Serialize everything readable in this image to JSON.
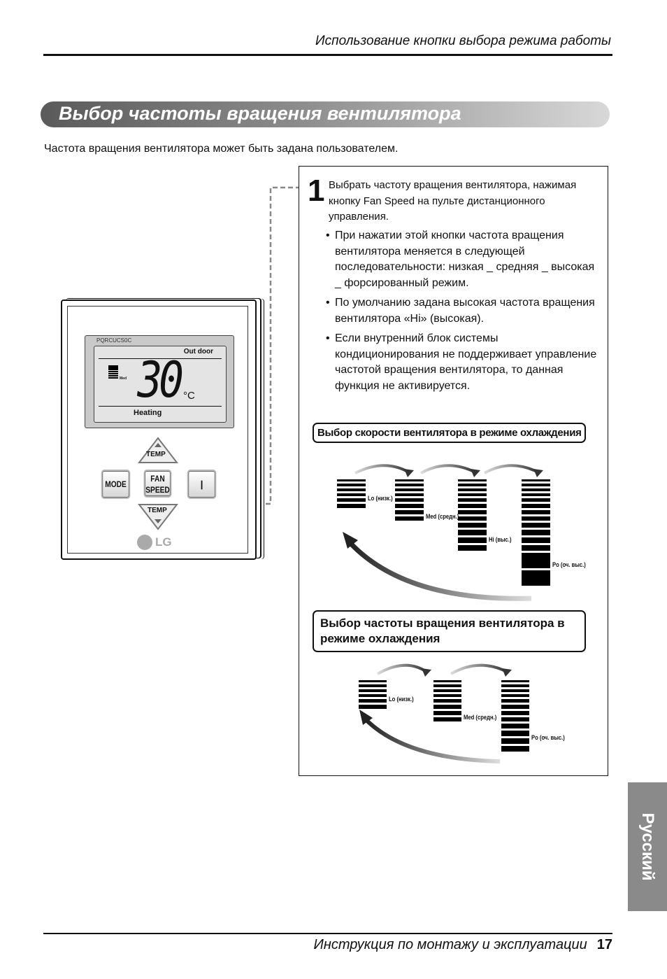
{
  "header": {
    "title": "Использование кнопки выбора режима работы"
  },
  "section": {
    "title": "Выбор частоты вращения вентилятора",
    "intro": "Частота вращения вентилятора может быть задана пользователем."
  },
  "step": {
    "number": "1",
    "text": "Выбрать частоту вращения вентилятора, нажимая кнопку Fan Speed на пульте дистанционного управления.",
    "bullets": [
      "При нажатии этой кнопки частота вращения вентилятора меняется в следующей последовательности: низкая _ средняя _ высокая _ форсированный режим.",
      "По умолчанию задана высокая частота вращения вентилятора «Hi» (высокая).",
      "Если внутренний блок системы кондиционирования не поддерживает управление частотой вращения вентилятора, то данная функция не активируется."
    ]
  },
  "diagram1": {
    "title": "Выбор скорости вентилятора в режиме охлаждения",
    "levels": [
      {
        "label": "Lo (низк.)",
        "bars": 6
      },
      {
        "label": "Med (средн.)",
        "bars": 8
      },
      {
        "label": "Hi (выс.)",
        "bars": 12
      },
      {
        "label": "Po (оч. выс.)",
        "bars": 14
      }
    ]
  },
  "diagram2": {
    "title": "Выбор частоты вращения вентилятора в режиме охлаждения",
    "levels": [
      {
        "label": "Lo (низк.)",
        "bars": 6
      },
      {
        "label": "Med (средн.)",
        "bars": 8
      },
      {
        "label": "Po (оч. выс.)",
        "bars": 12
      }
    ]
  },
  "remote": {
    "model": "PQRCUCS0C",
    "outdoor": "Out door",
    "temp": "30",
    "unit": "°C",
    "fan_level": "Med",
    "mode": "Heating",
    "temp_up": "TEMP",
    "temp_down": "TEMP",
    "mode_btn": "MODE",
    "fan_btn_1": "FAN",
    "fan_btn_2": "SPEED",
    "brand": "LG"
  },
  "side_tab": "Русский",
  "footer": {
    "text": "Инструкция по монтажу и эксплуатации",
    "page": "17"
  }
}
